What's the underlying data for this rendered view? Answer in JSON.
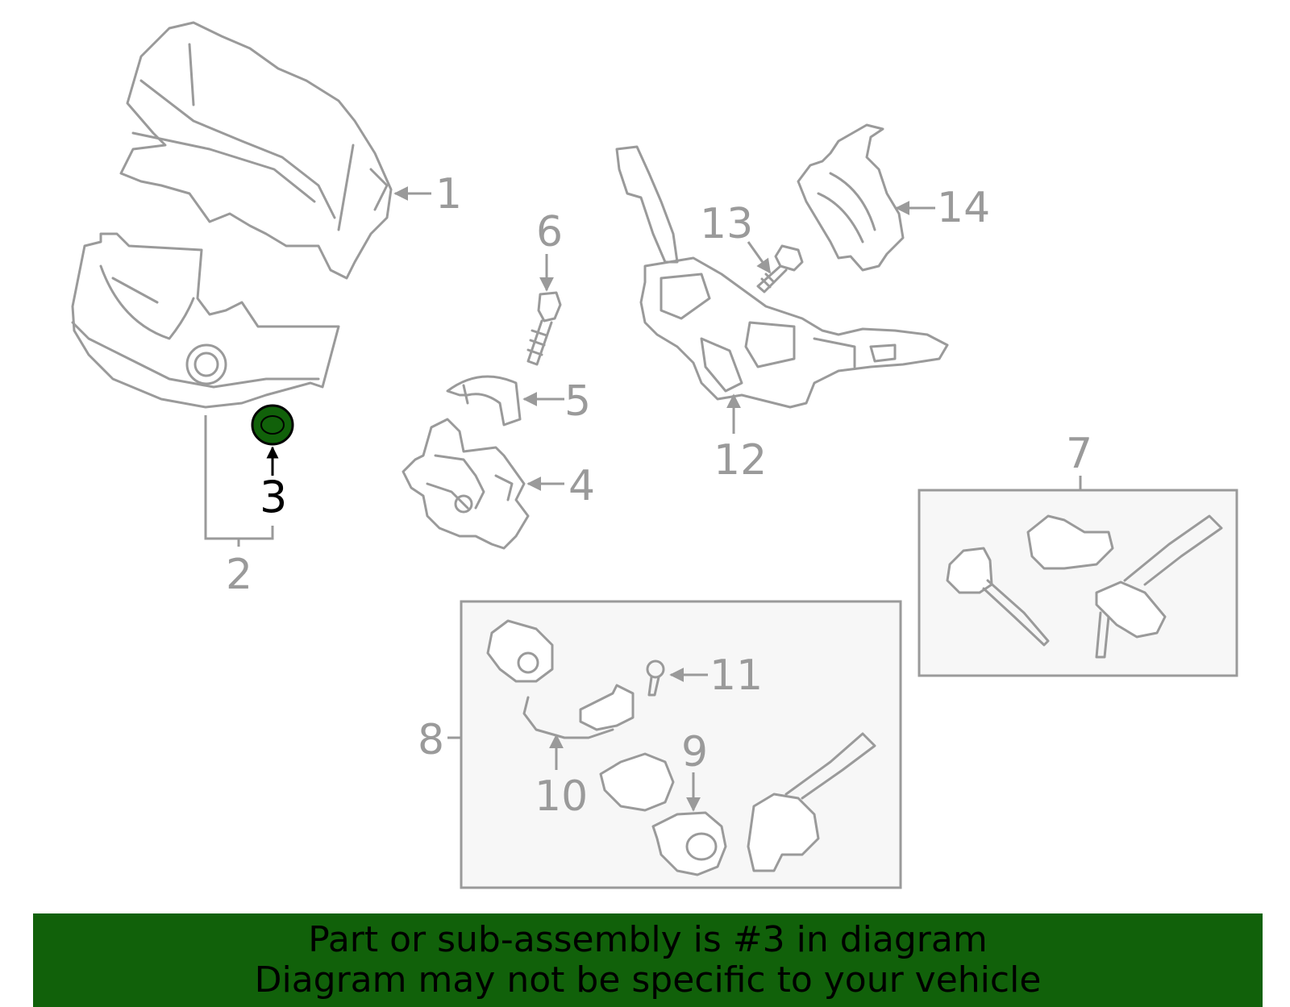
{
  "diagram": {
    "highlight_color": "#11610a",
    "line_color": "#9a9a9a",
    "highlighted_callout": "3",
    "callouts": [
      {
        "id": "1",
        "label": "1"
      },
      {
        "id": "2",
        "label": "2"
      },
      {
        "id": "3",
        "label": "3"
      },
      {
        "id": "4",
        "label": "4"
      },
      {
        "id": "5",
        "label": "5"
      },
      {
        "id": "6",
        "label": "6"
      },
      {
        "id": "7",
        "label": "7"
      },
      {
        "id": "8",
        "label": "8"
      },
      {
        "id": "9",
        "label": "9"
      },
      {
        "id": "10",
        "label": "10"
      },
      {
        "id": "11",
        "label": "11"
      },
      {
        "id": "12",
        "label": "12"
      },
      {
        "id": "13",
        "label": "13"
      },
      {
        "id": "14",
        "label": "14"
      }
    ]
  },
  "banner": {
    "line1": "Part or sub-assembly is #3 in diagram",
    "line2": "Diagram may not be specific to your vehicle",
    "background": "#11610a"
  }
}
